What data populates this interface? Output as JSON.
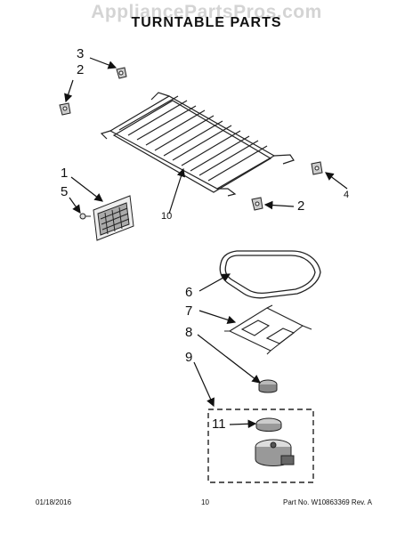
{
  "watermark": "AppliancePartsPros.com",
  "title": "TURNTABLE PARTS",
  "callouts": {
    "c3": "3",
    "c2_top": "2",
    "c1": "1",
    "c5": "5",
    "c10": "10",
    "c4": "4",
    "c2_right": "2",
    "c6": "6",
    "c7": "7",
    "c8": "8",
    "c9": "9",
    "c11": "11"
  },
  "footer": {
    "date": "01/18/2016",
    "page": "10",
    "part_number": "Part No. W10863369  Rev. A"
  }
}
